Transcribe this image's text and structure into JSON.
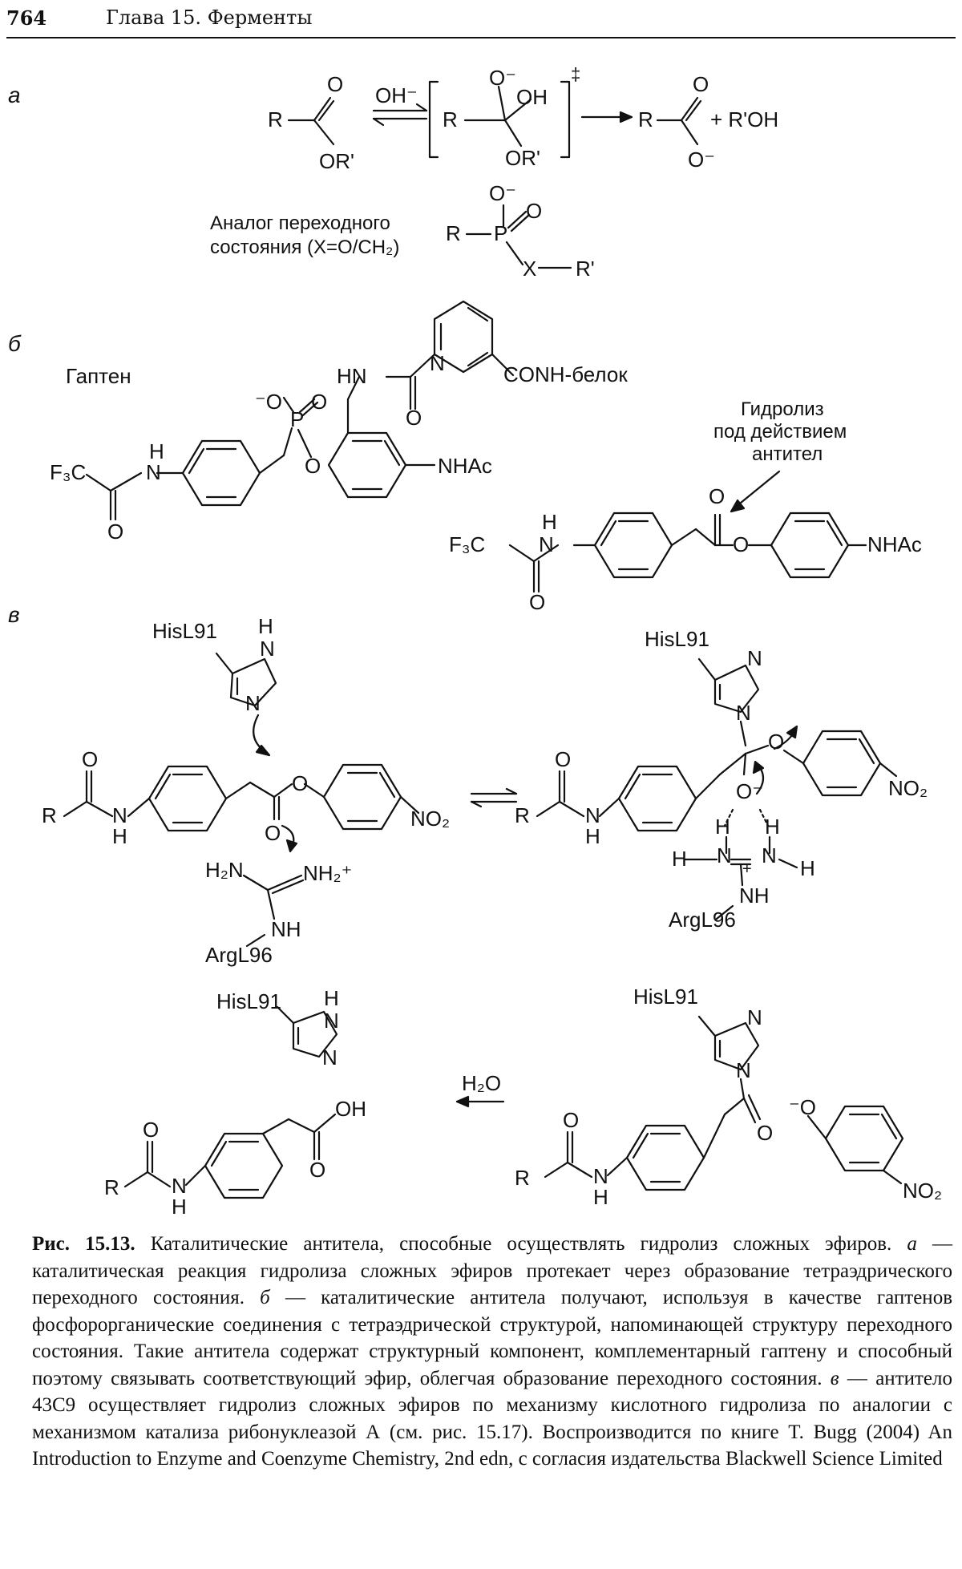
{
  "header": {
    "page_number": "764",
    "chapter_title": "Глава 15. Ферменты"
  },
  "panels": {
    "a": {
      "label": "а",
      "reagent": "OH⁻",
      "r_label": "R",
      "or_label": "OR'",
      "oh_label": "OH",
      "o_minus": "O⁻",
      "product_plus": "+ R'OH",
      "ts_mark": "‡",
      "analog_line1": "Аналог переходного",
      "analog_line2": "состояния (X=O/CH₂)",
      "x_label": "X",
      "r_prime": "R'",
      "p_label": "P"
    },
    "b": {
      "label": "б",
      "hapten_label": "Гаптен",
      "conh_protein": "CONH-белок",
      "hn": "HN",
      "n": "N",
      "nhac": "NHAc",
      "f3c": "F₃C",
      "hydrolysis_line1": "Гидролиз",
      "hydrolysis_line2": "под действием",
      "hydrolysis_line3": "антител"
    },
    "c": {
      "label": "в",
      "his": "HisL91",
      "arg": "ArgL96",
      "no2": "NO₂",
      "h2n": "H₂N",
      "nh2_plus": "NH₂⁺",
      "nh": "NH",
      "water": "H₂O",
      "oh": "OH"
    }
  },
  "caption": {
    "fig_label": "Рис. 15.13.",
    "text1": " Каталитические антитела, способные осуществлять гидролиз сложных эфиров. ",
    "a_mark": "а",
    "text2": " — каталитическая реакция гидролиза сложных эфиров протекает через образование тетраэдрического переходного состояния. ",
    "b_mark": "б",
    "text3": " — каталитические антитела получают, используя в качестве гаптенов фосфорорганические соединения с тетраэдрической структурой, напоминающей структуру переходного состояния. Такие антитела содержат структурный компонент, комплементарный гаптену и способный поэтому связывать соответствующий эфир, облегчая образование переходного состояния. ",
    "c_mark": "в",
    "text4": " — антитело 43C9 осуществляет гидролиз сложных эфиров по механизму кислотного гидролиза по аналогии с механизмом катализа рибонуклеазой А (см. рис. 15.17). Воспроизводится по книге T. Bugg (2004) An Introduction to Enzyme and Coenzyme Chemistry, 2nd edn, с согласия издательства Blackwell Science Limited"
  }
}
